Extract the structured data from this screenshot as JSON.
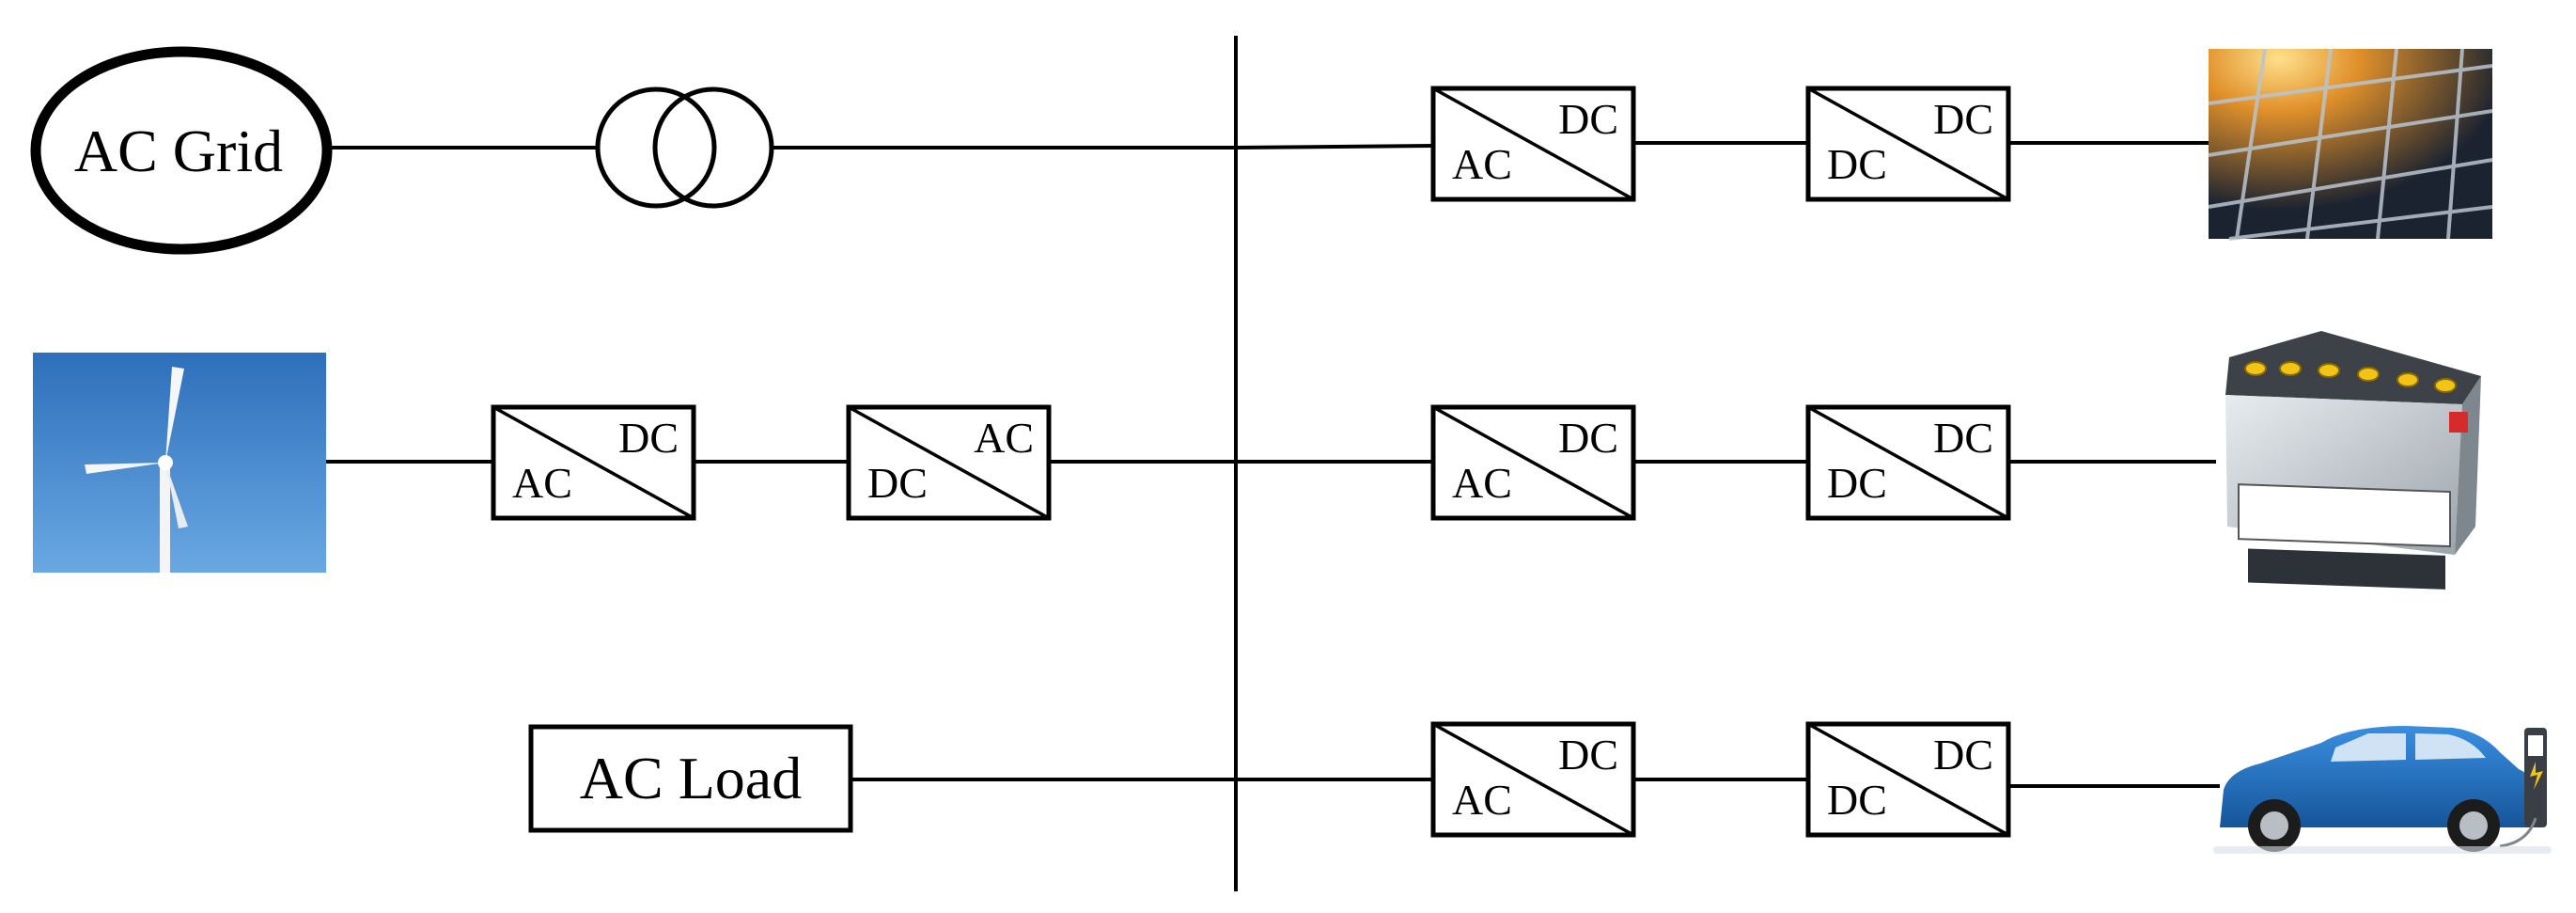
{
  "grid": {
    "label": "AC Grid"
  },
  "load": {
    "label": "AC Load"
  },
  "wind_converters": [
    {
      "top": "DC",
      "bottom": "AC"
    },
    {
      "top": "AC",
      "bottom": "DC"
    }
  ],
  "pv_converters": [
    {
      "top": "DC",
      "bottom": "AC"
    },
    {
      "top": "DC",
      "bottom": "DC"
    }
  ],
  "battery_converters": [
    {
      "top": "DC",
      "bottom": "AC"
    },
    {
      "top": "DC",
      "bottom": "DC"
    }
  ],
  "ev_converters": [
    {
      "top": "DC",
      "bottom": "AC"
    },
    {
      "top": "DC",
      "bottom": "DC"
    }
  ],
  "icons": {
    "wind": "wind-turbine-icon",
    "pv": "solar-panel-icon",
    "battery": "battery-icon",
    "ev": "electric-car-charging-icon",
    "transformer": "transformer-icon"
  },
  "colors": {
    "line": "#000000",
    "sky": "#3e86d0",
    "car_body": "#1f6fc2",
    "pv_cell": "#1b2330",
    "pv_glow": "#f0a030",
    "battery_cap": "#f2c416"
  }
}
